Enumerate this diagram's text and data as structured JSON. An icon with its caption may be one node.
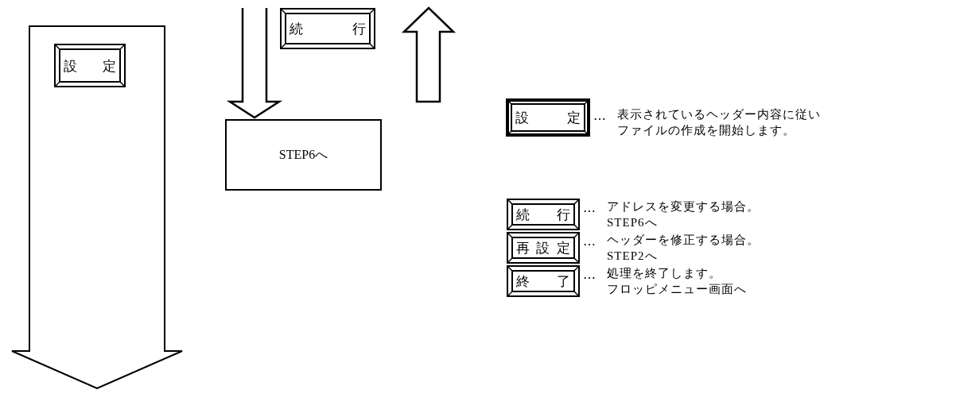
{
  "diagram": {
    "nodes": [
      {
        "text": [],
        "shape": "arrow"
      },
      {
        "text": [
          "設 定"
        ],
        "in": 0
      },
      {
        "text": [
          "続 行"
        ]
      },
      {
        "text": [
          "STEP6へ"
        ]
      },
      {
        "text": [
          "設 定"
        ],
        "beside": [
          "…",
          "表示されているヘッダー内容に従いファイルの作成を開始します。"
        ]
      },
      {
        "text": [
          "続 行"
        ],
        "beside": [
          "…",
          "アドレスを変更する場合。",
          "STEP6へ"
        ]
      },
      {
        "text": [
          "再 設 定"
        ],
        "beside": [
          "…",
          "ヘッダーを修正する場合。",
          "STEP2へ"
        ]
      },
      {
        "text": [
          "終 了"
        ],
        "beside": [
          "…",
          "処理を終了します。",
          "フロッピメニュー画面へ"
        ]
      }
    ],
    "edges": [
      {
        "from": null,
        "to": 3,
        "arrow": "to",
        "style": "thick"
      }
    ]
  }
}
